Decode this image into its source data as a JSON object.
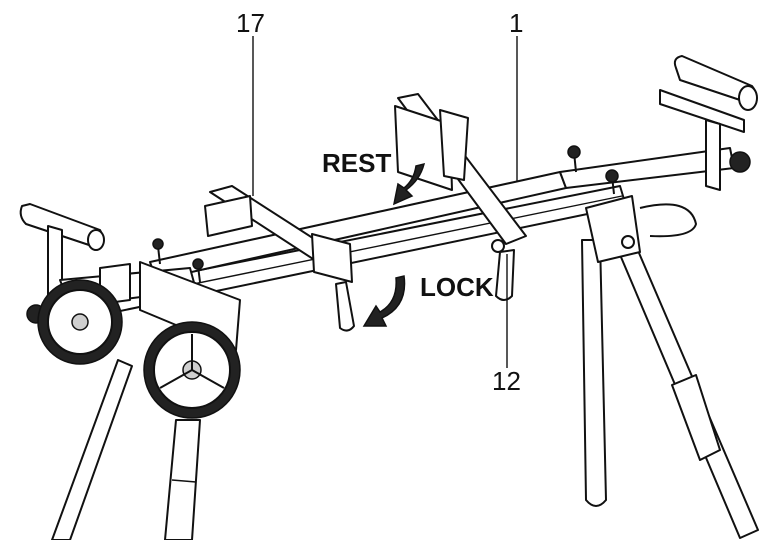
{
  "callouts": {
    "c17": "17",
    "c1": "1",
    "c12": "12"
  },
  "words": {
    "rest": "REST",
    "lock": "LOCK"
  },
  "colors": {
    "ink": "#111111",
    "paper": "#ffffff"
  }
}
